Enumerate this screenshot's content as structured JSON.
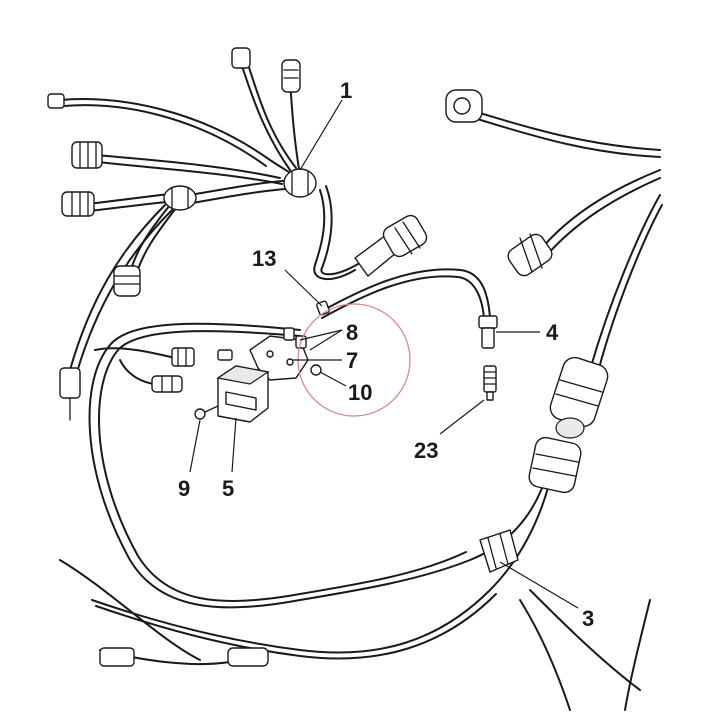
{
  "diagram": {
    "callouts": {
      "c1": "1",
      "c13": "13",
      "c8": "8",
      "c4": "4",
      "c7": "7",
      "c10": "10",
      "c23": "23",
      "c9": "9",
      "c5": "5",
      "c3": "3"
    },
    "colors": {
      "line": "#1a1a1a",
      "highlight_circle": "#d98a8a",
      "background": "#ffffff"
    }
  }
}
